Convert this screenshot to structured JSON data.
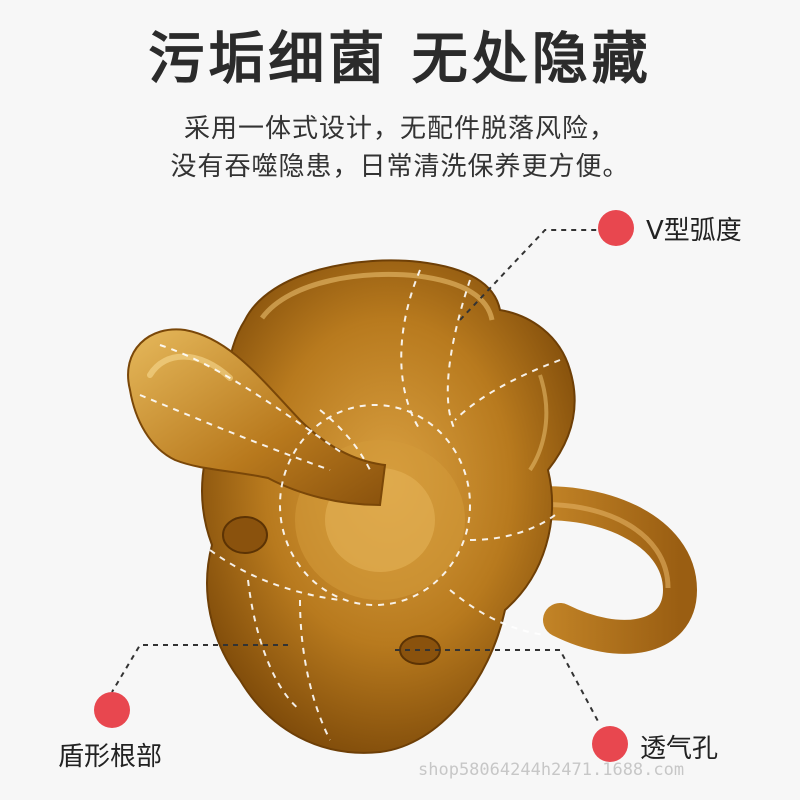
{
  "headline": "污垢细菌 无处隐藏",
  "subtitle_lines": [
    "采用一体式设计，无配件脱落风险，",
    "没有吞噬隐患，日常清洗保养更方便。"
  ],
  "callouts": {
    "v_curve": "V型弧度",
    "shield_base": "盾形根部",
    "air_hole": "透气孔"
  },
  "watermark": "shop58064244h2471.1688.com",
  "colors": {
    "background": "#f7f7f7",
    "dot": "#e8474f",
    "rubber": "#b87a1e",
    "text": "#2b2b2b"
  }
}
